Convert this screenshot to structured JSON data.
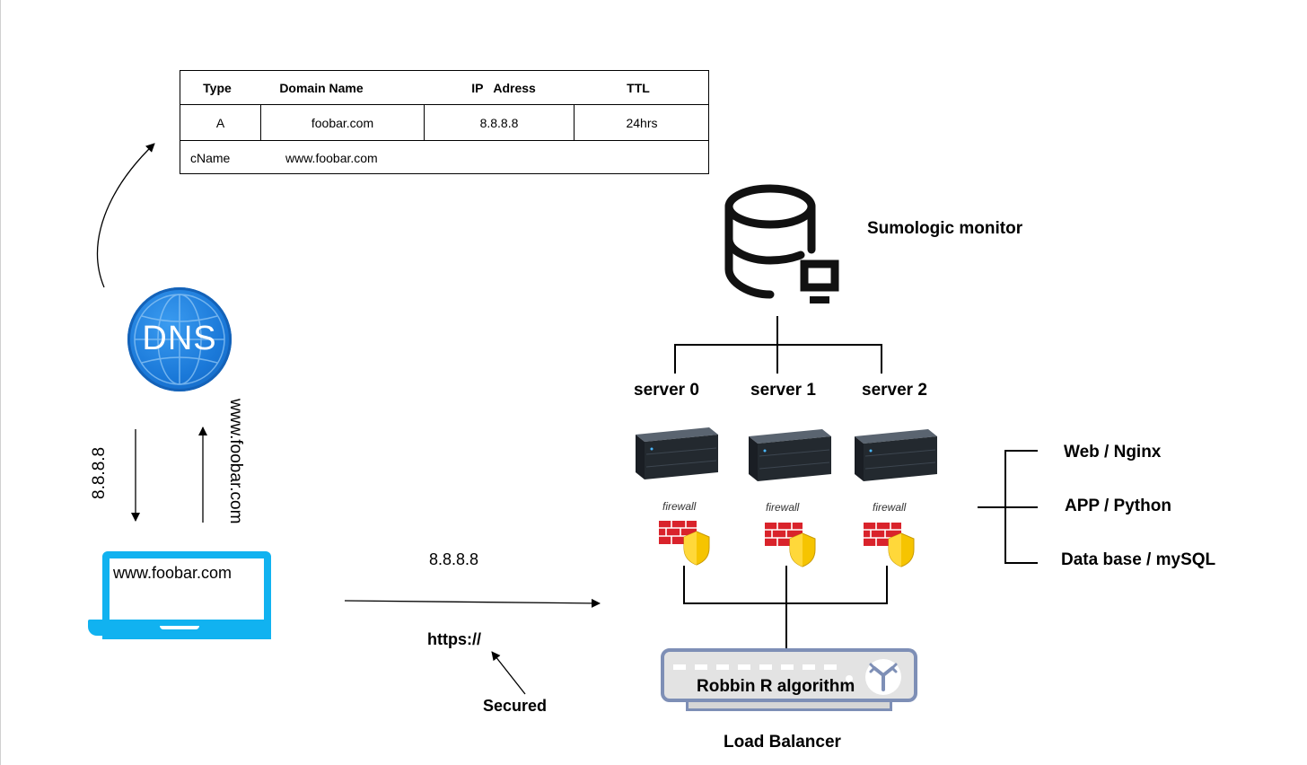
{
  "dns_table": {
    "headers": [
      "Type",
      "Domain Name",
      "IP   Adress",
      "TTL"
    ],
    "rows": [
      [
        "A",
        "foobar.com",
        "8.8.8.8",
        "24hrs"
      ],
      [
        "cName",
        "www.foobar.com"
      ]
    ]
  },
  "dns_icon": {
    "label": "DNS",
    "icon": "dns-globe-icon",
    "color": "#1a78d8"
  },
  "dns_arrows": {
    "response_label": "8.8.8.8",
    "request_label": "www.foobar.com"
  },
  "client": {
    "url": "www.foobar.com",
    "icon": "laptop-icon",
    "color": "#11b2f0"
  },
  "request": {
    "ip_label": "8.8.8.8",
    "protocol_label": "https://",
    "secured_label": "Secured"
  },
  "monitor": {
    "label": "Sumologic monitor",
    "icon": "database-monitor-icon"
  },
  "servers": [
    {
      "label": "server 0",
      "firewall_label": "firewall"
    },
    {
      "label": "server 1",
      "firewall_label": "firewall"
    },
    {
      "label": "server 2",
      "firewall_label": "firewall"
    }
  ],
  "stack": [
    "Web / Nginx",
    "APP / Python",
    "Data base / mySQL"
  ],
  "load_balancer": {
    "algorithm_label": "Robbin R algorithm",
    "caption": "Load Balancer",
    "border_color": "#7e8fb6"
  }
}
